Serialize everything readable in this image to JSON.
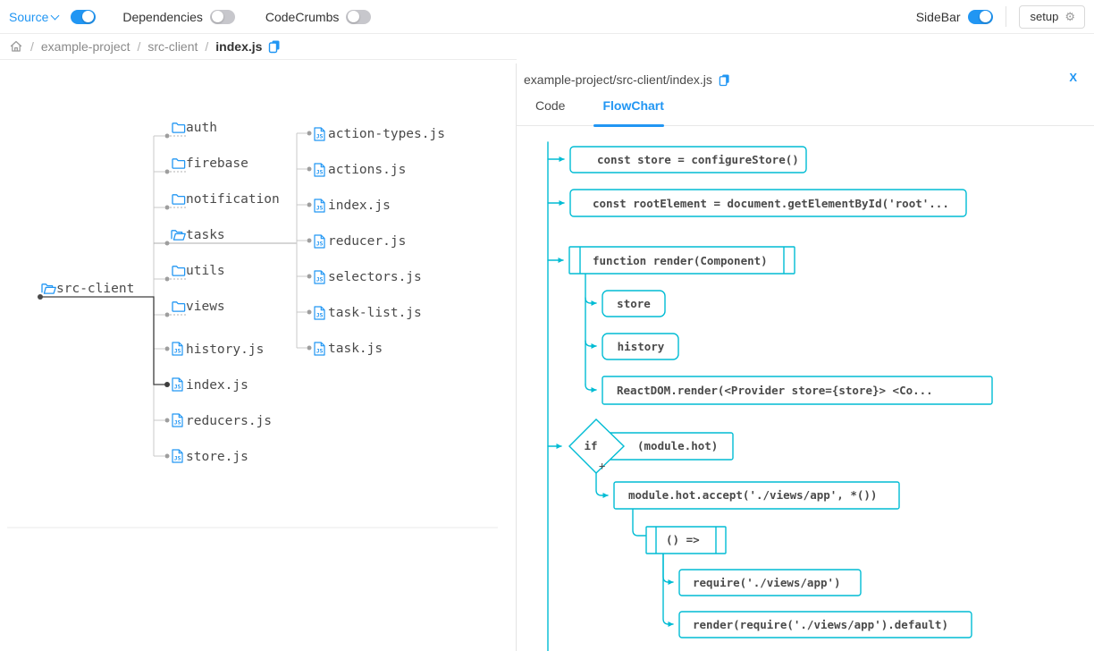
{
  "toolbar": {
    "source": {
      "label": "Source",
      "toggle_on": true
    },
    "dependencies": {
      "label": "Dependencies",
      "toggle_on": false
    },
    "codecrumbs": {
      "label": "CodeCrumbs",
      "toggle_on": false
    },
    "sidebar": {
      "label": "SideBar",
      "toggle_on": true
    },
    "setup": {
      "label": "setup",
      "gear": "⚙"
    }
  },
  "breadcrumb": {
    "separator": "/",
    "items": [
      "example-project",
      "src-client",
      "index.js"
    ]
  },
  "tree": {
    "root": {
      "label": "src-client"
    },
    "children": [
      {
        "label": "auth"
      },
      {
        "label": "firebase"
      },
      {
        "label": "notification"
      },
      {
        "label": "tasks"
      },
      {
        "label": "utils"
      },
      {
        "label": "views"
      },
      {
        "label": "history.js"
      },
      {
        "label": "index.js"
      },
      {
        "label": "reducers.js"
      },
      {
        "label": "store.js"
      }
    ],
    "tasks_children": [
      {
        "label": "action-types.js"
      },
      {
        "label": "actions.js"
      },
      {
        "label": "index.js"
      },
      {
        "label": "reducer.js"
      },
      {
        "label": "selectors.js"
      },
      {
        "label": "task-list.js"
      },
      {
        "label": "task.js"
      }
    ]
  },
  "panel": {
    "title": "example-project/src-client/index.js",
    "close": "X",
    "tabs": {
      "code": "Code",
      "flowchart": "FlowChart"
    }
  },
  "flowchart": {
    "nodes": {
      "n1": "const store = configureStore()",
      "n2": "const rootElement = document.getElementById('root'...",
      "n3": "function render(Component)",
      "n4": "store",
      "n5": "history",
      "n6": "ReactDOM.render(<Provider store={store}> <Co...",
      "if_keyword": "if",
      "if_condition": "(module.hot)",
      "plus": "+",
      "n7": "module.hot.accept('./views/app', *())",
      "n8": "() =>",
      "n9": "require('./views/app')",
      "n10": "render(require('./views/app').default)"
    }
  },
  "icons": {
    "js_badge": "JS"
  },
  "colors": {
    "accent_blue": "#2196F3",
    "flow_cyan": "#00BCD4",
    "selected_path": "#3d3d3d"
  }
}
